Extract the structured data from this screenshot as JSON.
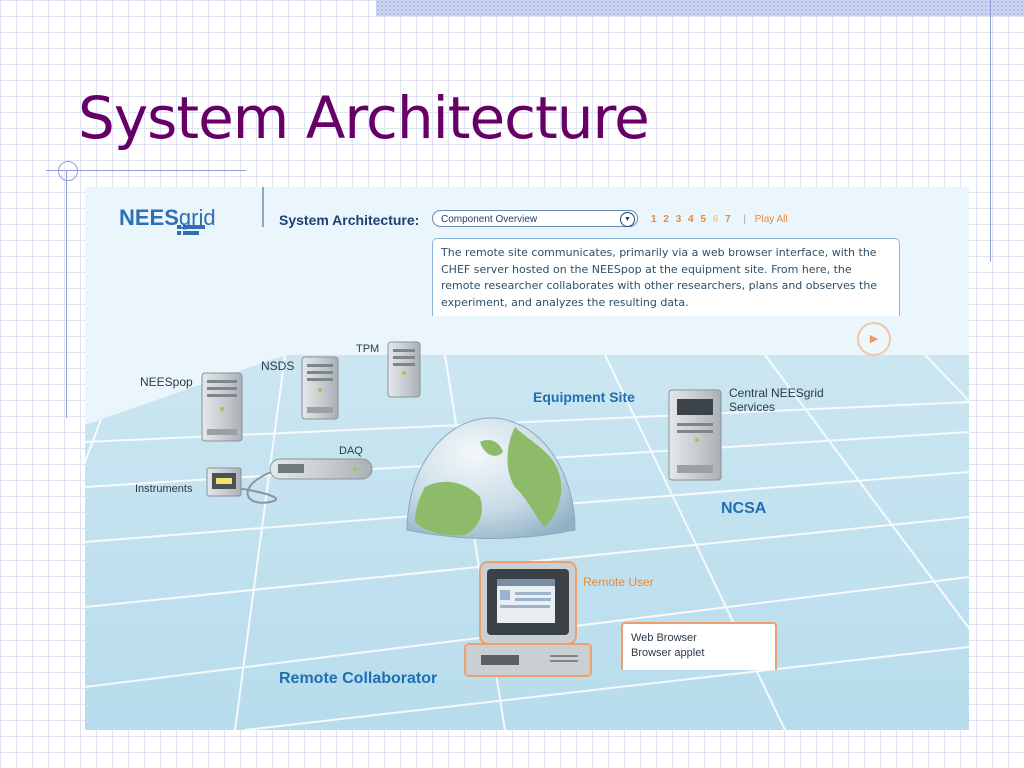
{
  "slide": {
    "title": "System Architecture"
  },
  "panel": {
    "logo": {
      "part1": "NEES",
      "part2": "grid"
    },
    "heading": "System Architecture:",
    "dropdown": {
      "selected": "Component Overview"
    },
    "pager": {
      "pages": [
        "1",
        "2",
        "3",
        "4",
        "5",
        "6",
        "7"
      ],
      "current": "6",
      "play_all": "Play All"
    },
    "description": "The remote site communicates, primarily via a web browser interface, with the CHEF server hosted on the NEESpop at the equipment site.  From here, the remote researcher collaborates with other researchers, plans and observes the experiment, and analyzes the resulting data.",
    "labels": {
      "neespop": "NEESpop",
      "nsds": "NSDS",
      "tpm": "TPM",
      "daq": "DAQ",
      "instruments": "Instruments",
      "equipment_site": "Equipment Site",
      "central_line1": "Central NEESgrid",
      "central_line2": "Services",
      "ncsa": "NCSA",
      "remote_user": "Remote User",
      "web_browser": "Web Browser",
      "browser_applet": "Browser applet",
      "remote_collaborator": "Remote Collaborator"
    },
    "colors": {
      "label_blue": "#1e6fb3",
      "accent_orange": "#e8893b",
      "title_purple": "#660066"
    }
  }
}
